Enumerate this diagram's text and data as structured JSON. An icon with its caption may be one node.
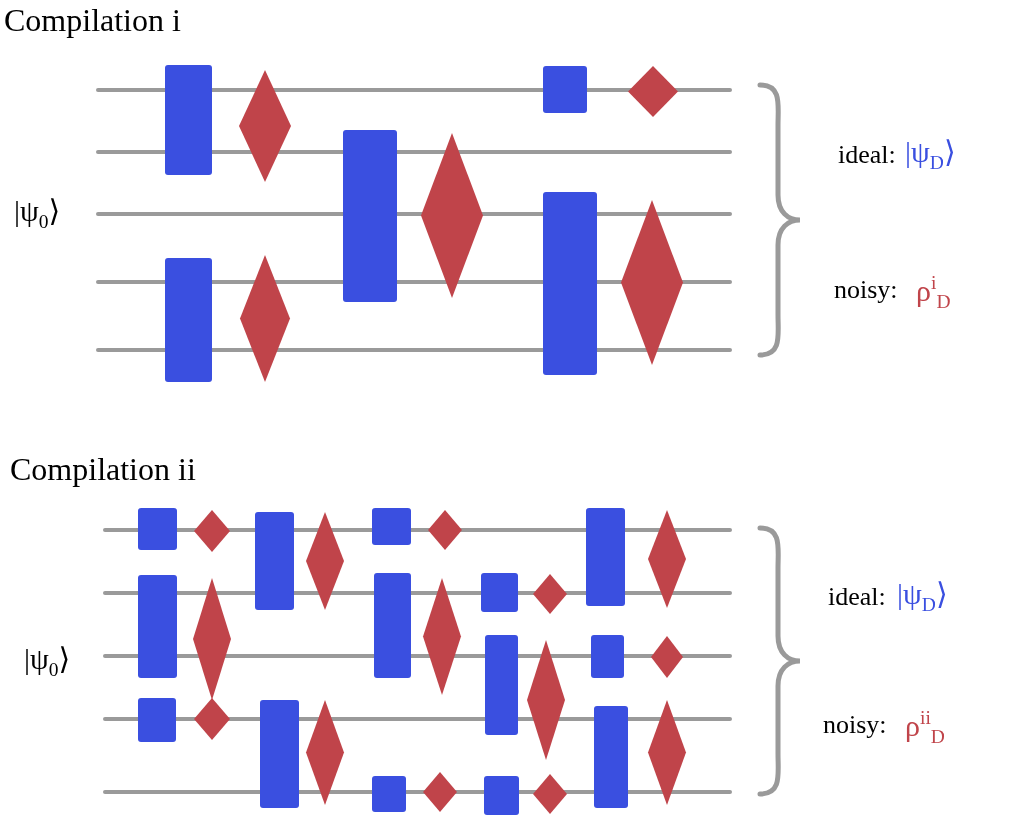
{
  "diagram": {
    "labels": [
      "Compilation i",
      "|ψ$_{0}$⟩",
      "ideal:",
      "|ψ$_{D}$⟩",
      "noisy:",
      "ρ$^{i}$$_{D}$",
      "Compilation ii",
      "|ψ$_{0}$⟩",
      "ideal:",
      "|ψ$_{D}$⟩",
      "noisy:",
      "ρ$^{ii}$$_{D}$"
    ]
  }
}
